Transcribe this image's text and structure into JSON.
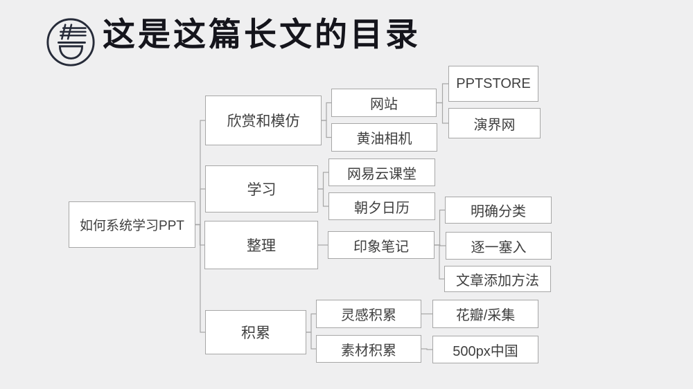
{
  "slide": {
    "title": "这是这篇长文的目录",
    "logo_icon": "noodle-bowl-icon"
  },
  "colors": {
    "background": "#efeff0",
    "box_fill": "#ffffff",
    "box_border": "#a6a6a6",
    "connector": "#a6a6a6",
    "box_text": "#3f3f3f",
    "title_text": "#15151c",
    "logo": "#262b39"
  },
  "tree": {
    "id": "root",
    "label": "如何系统学习PPT",
    "children": [
      {
        "id": "appreciate",
        "label": "欣赏和模仿",
        "children": [
          {
            "id": "websites",
            "label": "网站",
            "children": [
              {
                "id": "pptstore",
                "label": "PPTSTORE",
                "children": []
              },
              {
                "id": "yanjie",
                "label": "演界网",
                "children": []
              }
            ]
          },
          {
            "id": "butter",
            "label": "黄油相机",
            "children": []
          }
        ]
      },
      {
        "id": "learn",
        "label": "学习",
        "children": [
          {
            "id": "netease",
            "label": "网易云课堂",
            "children": []
          },
          {
            "id": "zhaoxi",
            "label": "朝夕日历",
            "children": []
          }
        ]
      },
      {
        "id": "organize",
        "label": "整理",
        "children": [
          {
            "id": "evernote",
            "label": "印象笔记",
            "children": [
              {
                "id": "classify",
                "label": "明确分类",
                "children": []
              },
              {
                "id": "insert",
                "label": "逐一塞入",
                "children": []
              },
              {
                "id": "article",
                "label": "文章添加方法",
                "children": []
              }
            ]
          }
        ]
      },
      {
        "id": "accumulate",
        "label": "积累",
        "children": [
          {
            "id": "inspiration",
            "label": "灵感积累",
            "children": [
              {
                "id": "c500pxa",
                "label": "",
                "children": []
              }
            ]
          },
          {
            "id": "material",
            "label": "素材积累",
            "children": [
              {
                "id": "c500px",
                "label": "500px中国",
                "children": []
              }
            ]
          }
        ]
      }
    ]
  }
}
